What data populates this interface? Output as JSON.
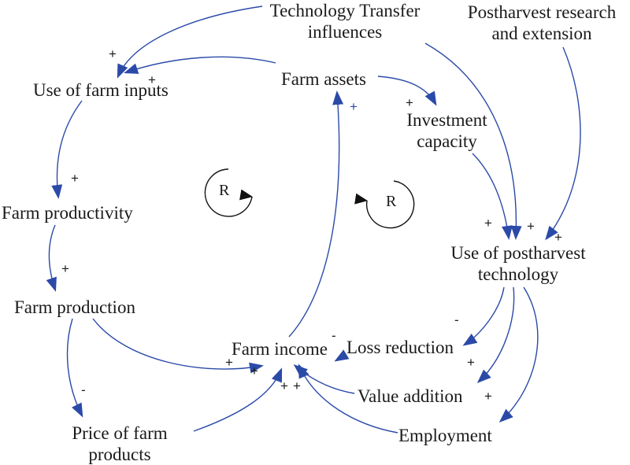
{
  "nodes": {
    "technology_transfer": "Technology Transfer\ninfluences",
    "postharvest_research": "Postharvest research\nand extension",
    "use_of_farm_inputs": "Use of farm inputs",
    "farm_assets": "Farm assets",
    "investment_capacity": "Investment\ncapacity",
    "farm_productivity": "Farm productivity",
    "use_of_postharvest_technology": "Use of postharvest\ntechnology",
    "farm_production": "Farm production",
    "farm_income": "Farm income",
    "loss_reduction": "Loss reduction",
    "value_addition": "Value addition",
    "price_of_farm_products": "Price of farm\nproducts",
    "employment": "Employment"
  },
  "loops": {
    "left": "R",
    "right": "R"
  },
  "polarities": {
    "tech_to_inputs": "+",
    "assets_to_inputs": "+",
    "assets_to_investment": "+",
    "income_to_assets": "+",
    "inputs_to_productivity": "+",
    "productivity_to_production": "+",
    "investment_to_postharvest": "+",
    "tech_to_postharvest": "+",
    "research_to_postharvest": "+",
    "postharvest_to_loss": "-",
    "postharvest_to_value": "+",
    "postharvest_to_employment": "+",
    "loss_to_income": "-",
    "production_to_income": "+",
    "price_to_income": "+",
    "value_to_income": "+",
    "employment_to_income": "+",
    "production_to_price": "-"
  },
  "colors": {
    "arrow": "#2b4aa8",
    "loop_arrow": "#111111",
    "text": "#1a1a1a"
  }
}
